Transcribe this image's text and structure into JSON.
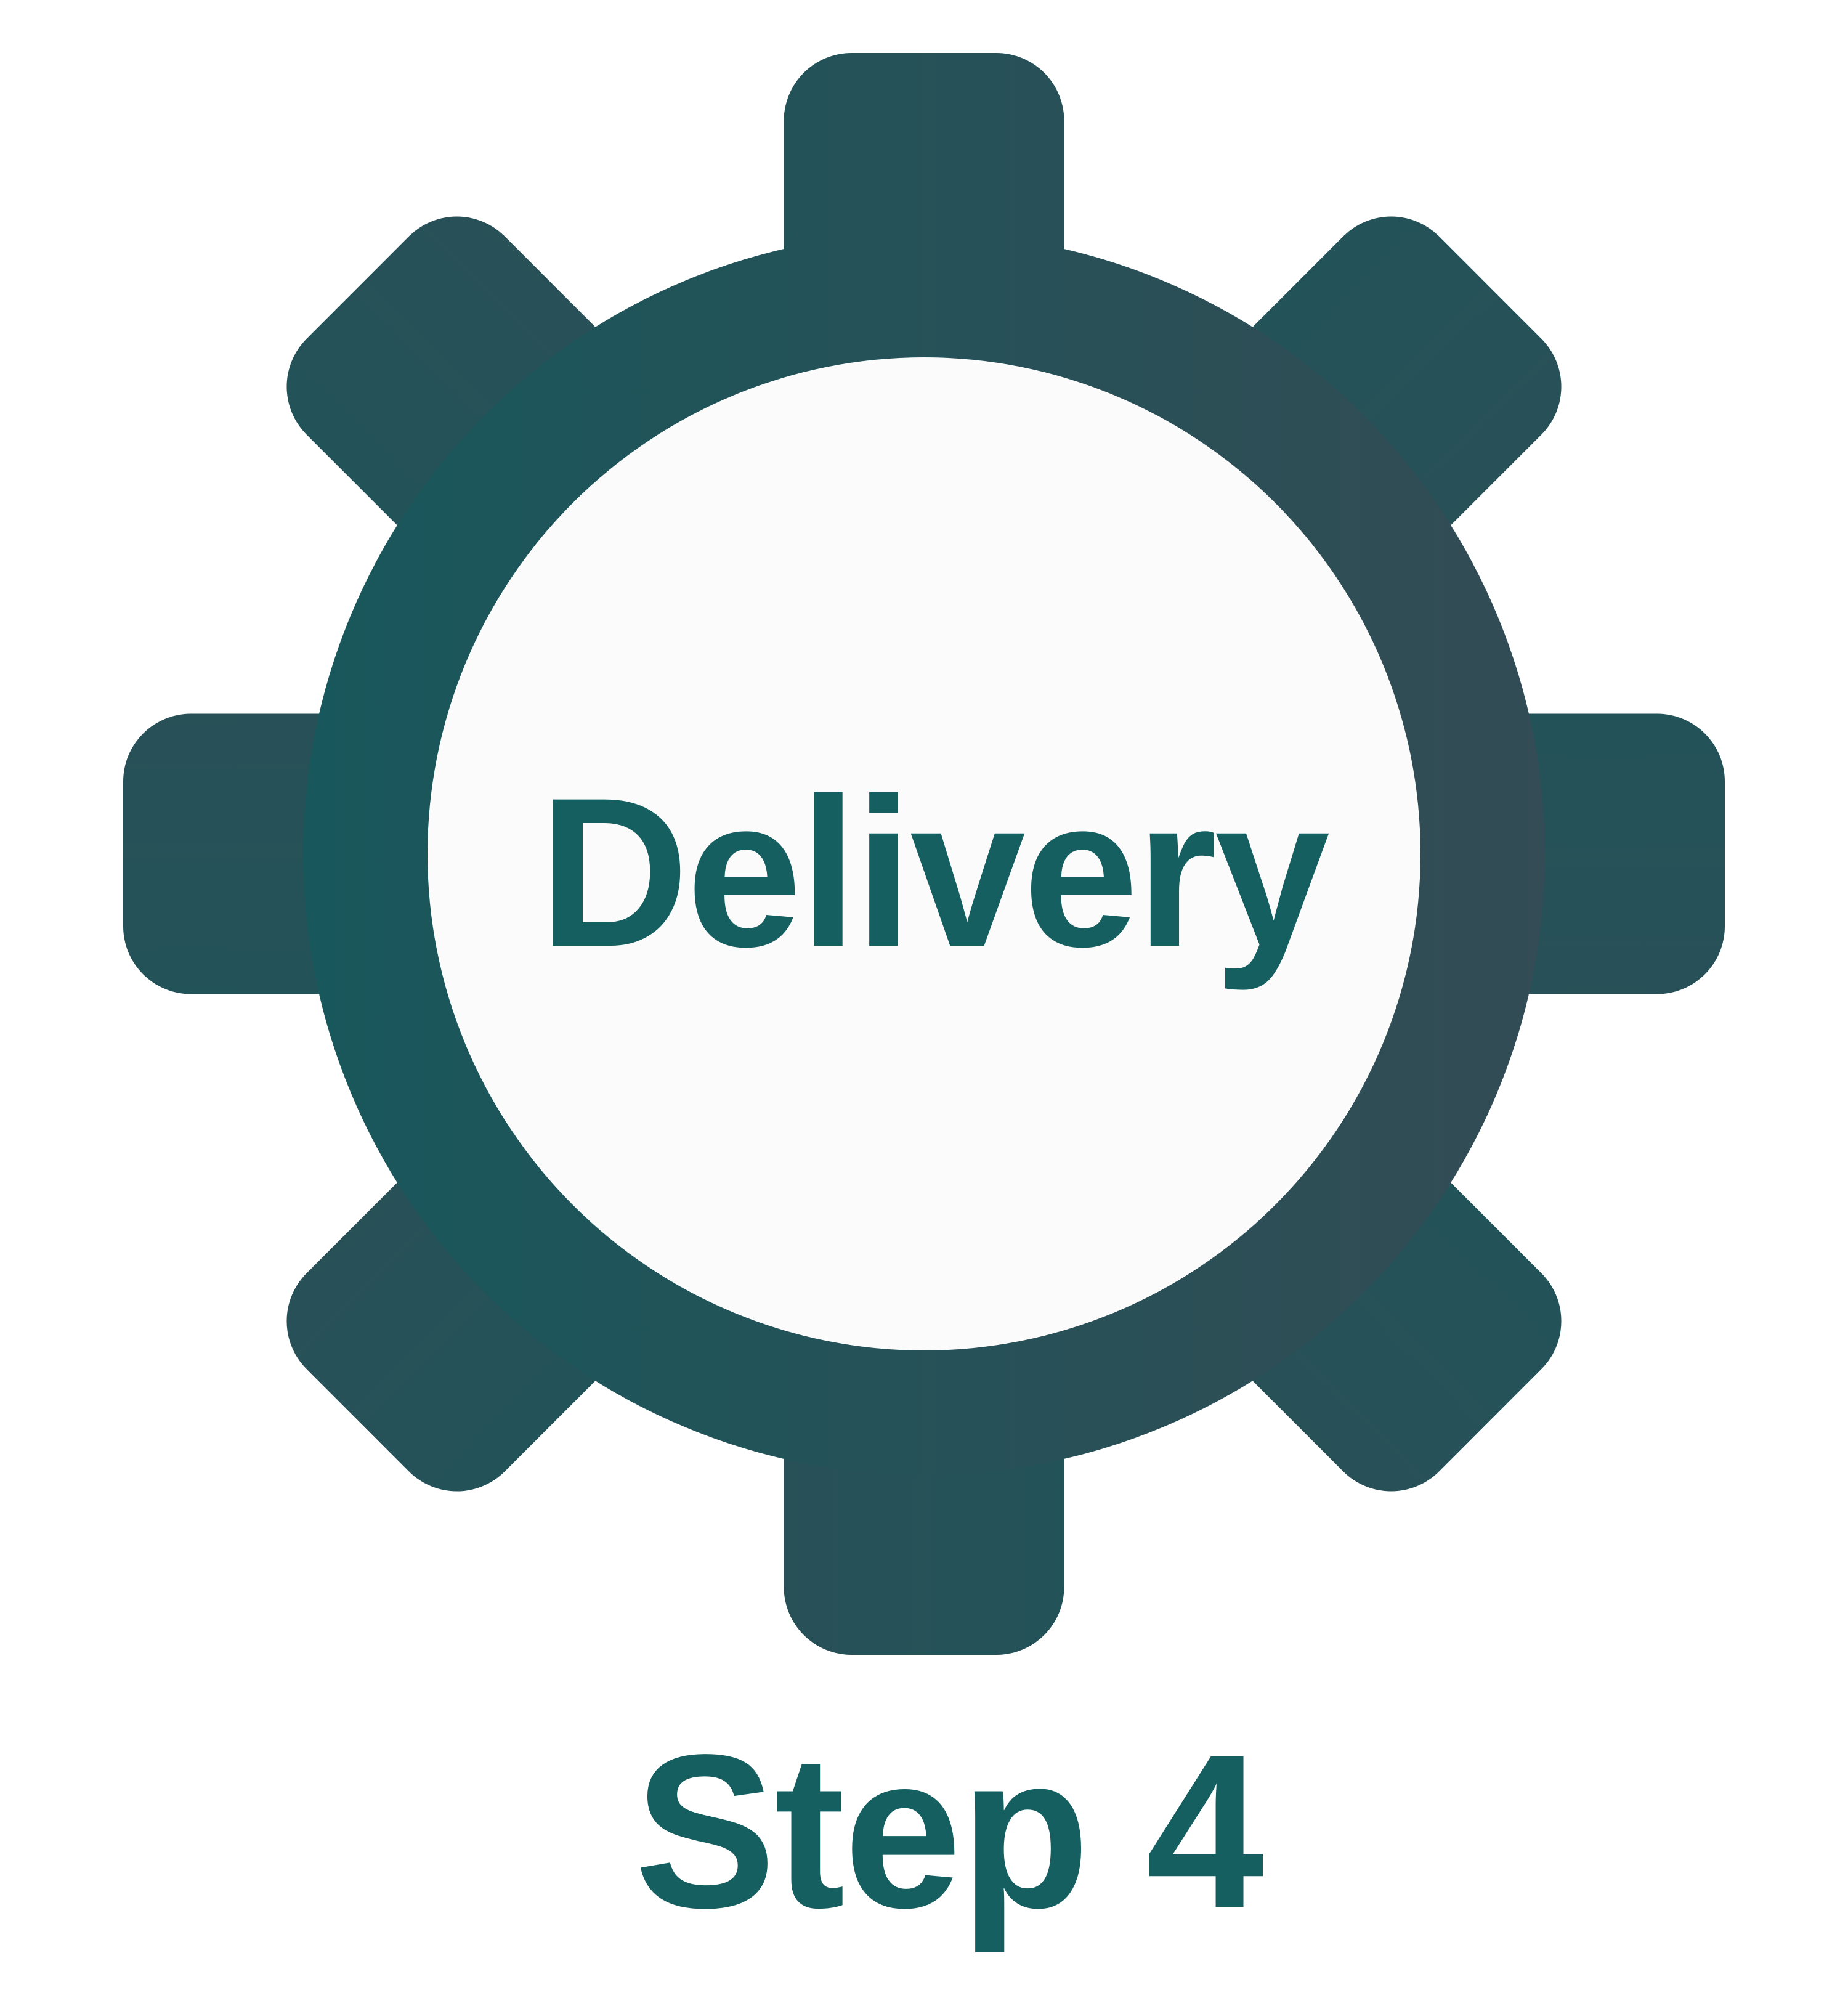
{
  "gear": {
    "label": "Delivery",
    "teeth_count": 8,
    "colors": {
      "gradient_start": "#14595C",
      "gradient_end": "#374A54",
      "center_fill": "#FBFBFB"
    }
  },
  "step": {
    "label": "Step 4"
  },
  "colors": {
    "label_teal": "#155F61",
    "background": "#FFFFFF"
  }
}
